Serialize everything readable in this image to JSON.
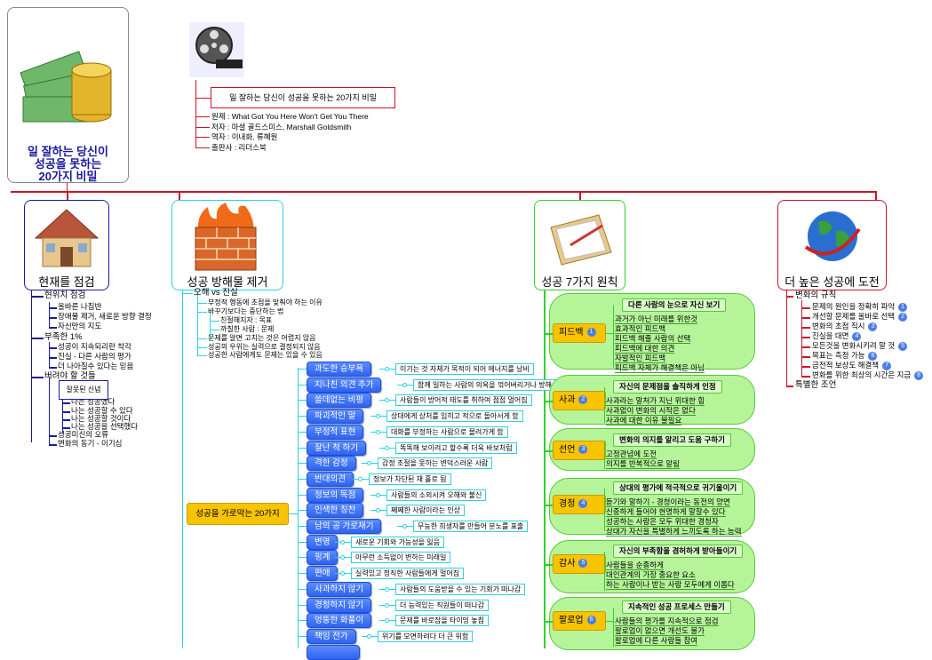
{
  "root": {
    "title_lines": [
      "일 잘하는 당신이",
      "성공을 못하는",
      "20가지 비밀"
    ]
  },
  "book": {
    "title": "일 잘하는 당신이 성공을 못하는 20가지 비밀",
    "info": [
      "원제 : What Got You Here Won't Get You There",
      "저자 : 마셜 골드스미스, Marshall Goldsmith",
      "역자 : 이내화, 류혜원",
      "출판사 : 리더스북"
    ]
  },
  "branches": {
    "check": {
      "label": "현재를 점검",
      "items": [
        {
          "text": "현위치 점검",
          "level": 1
        },
        {
          "text": "올바른 나침반",
          "level": 2
        },
        {
          "text": "장애물 제거, 새로운 방향 결정",
          "level": 2
        },
        {
          "text": "자신만의 지도",
          "level": 2
        },
        {
          "text": "부족한 1%",
          "level": 1
        },
        {
          "text": "성공이 지속되리란 착각",
          "level": 2
        },
        {
          "text": "진실 - 다른 사람의 평가",
          "level": 2
        },
        {
          "text": "더 나아질수 있다는 믿음",
          "level": 2
        },
        {
          "text": "버려야 할 것들",
          "level": 1
        },
        {
          "text": "나는 성공했다",
          "level": 3
        },
        {
          "text": "나는 성공할 수 있다",
          "level": 3
        },
        {
          "text": "나는 성공할 것이다",
          "level": 3
        },
        {
          "text": "나는 성공을 선택했다",
          "level": 3
        },
        {
          "text": "성공미신의 오류",
          "level": 2
        },
        {
          "text": "변화의 동기 - 이기심",
          "level": 2
        }
      ],
      "belief_box": "잘못된 신념"
    },
    "remove": {
      "label": "성공 방해물 제거",
      "items": [
        {
          "text": "오해 vs 진실",
          "level": 1
        },
        {
          "text": "부정적 행동에 초점을 맞춰야 하는 이유",
          "level": 2
        },
        {
          "text": "바꾸기보다는 중단하는 법",
          "level": 2
        },
        {
          "text": "친절해지자 : 목표",
          "level": 3
        },
        {
          "text": "까칠한 사람 : 문제",
          "level": 3
        },
        {
          "text": "문제를 알면 고치는 것은 어렵지 않음",
          "level": 2
        },
        {
          "text": "성공의 우위는 실력으로 결정되지 않음",
          "level": 2
        },
        {
          "text": "성공한 사람에게도 문제는 있을 수 있음",
          "level": 2
        }
      ],
      "habits_label": "성공을 가로막는 20가지",
      "habits": [
        {
          "name": "과도한 승부욕",
          "desc": "이기는 것 자체가 목적이 되어 에너지를 낭비"
        },
        {
          "name": "지나친 의견 추가",
          "desc": "함께 일하는 사람의 의욕을 꺾어버리거나 방해"
        },
        {
          "name": "쓸데없는 비평",
          "desc": "사람들이 방어적 태도를 취하여 점점 멀어짐"
        },
        {
          "name": "파괴적인 말",
          "desc": "상대에게 상처를 입히고 적으로 돌아서게 함"
        },
        {
          "name": "부정적 표현",
          "desc": "대화를 부정하는 사람으로 몰려가게 함"
        },
        {
          "name": "잘난 척 하기",
          "desc": "똑똑해 보이려고 할수록 더욱 바보처럼"
        },
        {
          "name": "격한 감정",
          "desc": "감정 조절을 못하는 변덕스러운 사람"
        },
        {
          "name": "반대의견",
          "desc": "정보가 차단된 채 홀로 됨"
        },
        {
          "name": "정보의 독점",
          "desc": "사람들의 소외시켜 오해와 불신"
        },
        {
          "name": "인색한 칭찬",
          "desc": "쩨쩨한 사람이라는 인상"
        },
        {
          "name": "남의 공 가로채기",
          "desc": "무능한 희생자를 만들어 분노를 표출"
        },
        {
          "name": "변명",
          "desc": "새로운 기회와 가능성을 잃음"
        },
        {
          "name": "핑계",
          "desc": "아무런 소득없이 변하는 미래일"
        },
        {
          "name": "편애",
          "desc": "실력있고 정직한 사람들에게 멀어짐"
        },
        {
          "name": "사과하지 않기",
          "desc": "사람들의 도움받을 수 있는 기회가 떠나감"
        },
        {
          "name": "경청하지 않기",
          "desc": "더 능력있는 직원들이 떠나감"
        },
        {
          "name": "엉뚱한 화풀이",
          "desc": "문제를 바로잡을 타이밍 놓침"
        },
        {
          "name": "책임 전가",
          "desc": "위기를 모면하려다 더 큰 위험"
        }
      ]
    },
    "principles": {
      "label": "성공 7가지 원칙",
      "groups": [
        {
          "name": "피드백",
          "num": "1",
          "header": "다른 사람의 눈으로 자신 보기",
          "lines": [
            "과거가 아닌 미래를 위한것",
            "효과적인 피드백",
            "피드백 해줄 사람의 선택",
            "피드백에 대한 의견",
            "자발적인 피드백",
            "피드백 자체가 해결책은 아님"
          ]
        },
        {
          "name": "사과",
          "num": "2",
          "header": "자신의 문제점을 솔직하게 인정",
          "lines": [
            "사과라는 말처가 지닌 위대한 힘",
            "사과없이 변화의 시작은 없다",
            "사과에 대한 이유 불필요"
          ]
        },
        {
          "name": "선언",
          "num": "3",
          "header": "변화의 의지를 알리고 도움 구하기",
          "lines": [
            "고정관념에 도전",
            "의지를 반복적으로 알림"
          ]
        },
        {
          "name": "경청",
          "num": "4",
          "header": "상대의 평가에 적극적으로 귀기울이기",
          "lines": [
            "듣기와 말하기 - 경청이라는 동전의 양면",
            "신중하게 들어야 현명하게 말할수 있다",
            "성공하는 사람은 모두 위대한 경청자",
            "상대가 자신을 특별하게 느끼도록 하는 능력"
          ]
        },
        {
          "name": "감사",
          "num": "5",
          "header": "자신의 부족함을 겸허하게 받아들이기",
          "lines": [
            "사람들을 순종하게",
            "대인관계의 가장 중요한 요소",
            "하는 사람이나 받는 사람 모두에게 이롭다"
          ]
        },
        {
          "name": "팔로업",
          "num": "6",
          "header": "지속적인 성공 프로세스 만들기",
          "lines": [
            "사람들의 평가를 지속적으로 점검",
            "팔로업이 없으면 개선도 불가",
            "팔로업에 다른 사람들 참여"
          ]
        }
      ]
    },
    "challenge": {
      "label": "더 높은 성공에 도전",
      "rules_label": "변화의 규칙",
      "rules": [
        {
          "text": "문제의 원인을 정확히 파악",
          "num": "1"
        },
        {
          "text": "개선할 문제를 올바로 선택",
          "num": "2"
        },
        {
          "text": "변화의 초점 직시",
          "num": "3"
        },
        {
          "text": "진실을 대면",
          "num": "4"
        },
        {
          "text": "모든것을 변화시키려 말 것",
          "num": "5"
        },
        {
          "text": "목표는 측정 가능",
          "num": "6"
        },
        {
          "text": "금전적 보상도 해결책",
          "num": "7"
        },
        {
          "text": "변화를 위한 최상의 시간은 지금",
          "num": "8"
        }
      ],
      "advice_label": "특별한 조언"
    }
  },
  "colors": {
    "red": "#d0102a",
    "cyan": "#29d3e6",
    "green": "#2fd02f",
    "navy": "#1a1a9c",
    "blue": "#2f63ef"
  }
}
